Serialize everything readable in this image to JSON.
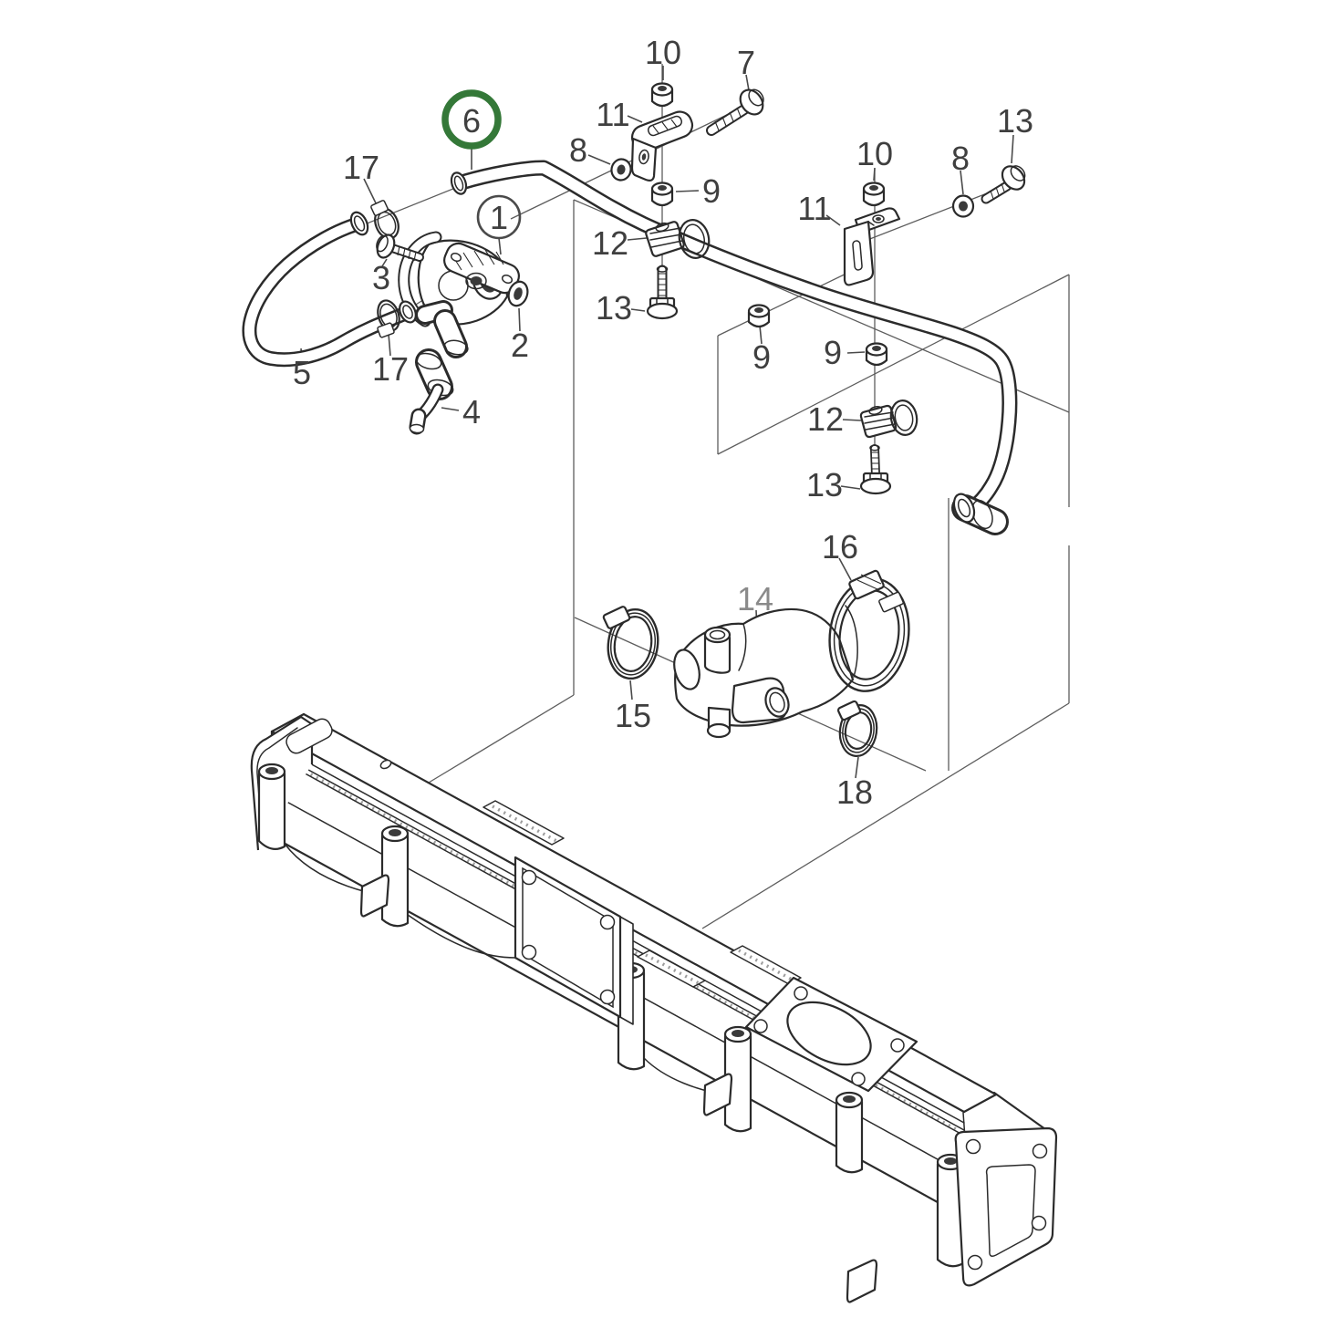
{
  "diagram": {
    "type": "exploded-parts-diagram",
    "background_color": "#ffffff",
    "line_color": "#2b2b2b",
    "label_color": "#3f3f3f",
    "highlight_color": "#347838",
    "selected_callout": "6",
    "callouts": [
      {
        "label": "10",
        "style": "plain"
      },
      {
        "label": "7",
        "style": "plain"
      },
      {
        "label": "13",
        "style": "plain"
      },
      {
        "label": "6",
        "style": "circled-green"
      },
      {
        "label": "8",
        "style": "plain"
      },
      {
        "label": "11",
        "style": "plain"
      },
      {
        "label": "9",
        "style": "plain"
      },
      {
        "label": "10",
        "style": "plain"
      },
      {
        "label": "8",
        "style": "plain"
      },
      {
        "label": "11",
        "style": "plain"
      },
      {
        "label": "1",
        "style": "circled"
      },
      {
        "label": "17",
        "style": "plain"
      },
      {
        "label": "12",
        "style": "plain"
      },
      {
        "label": "13",
        "style": "plain"
      },
      {
        "label": "9",
        "style": "plain"
      },
      {
        "label": "9",
        "style": "plain"
      },
      {
        "label": "3",
        "style": "plain"
      },
      {
        "label": "2",
        "style": "plain"
      },
      {
        "label": "17",
        "style": "plain"
      },
      {
        "label": "5",
        "style": "plain"
      },
      {
        "label": "4",
        "style": "plain"
      },
      {
        "label": "12",
        "style": "plain"
      },
      {
        "label": "13",
        "style": "plain"
      },
      {
        "label": "16",
        "style": "plain"
      },
      {
        "label": "14",
        "style": "plain"
      },
      {
        "label": "15",
        "style": "plain"
      },
      {
        "label": "18",
        "style": "plain"
      }
    ]
  }
}
